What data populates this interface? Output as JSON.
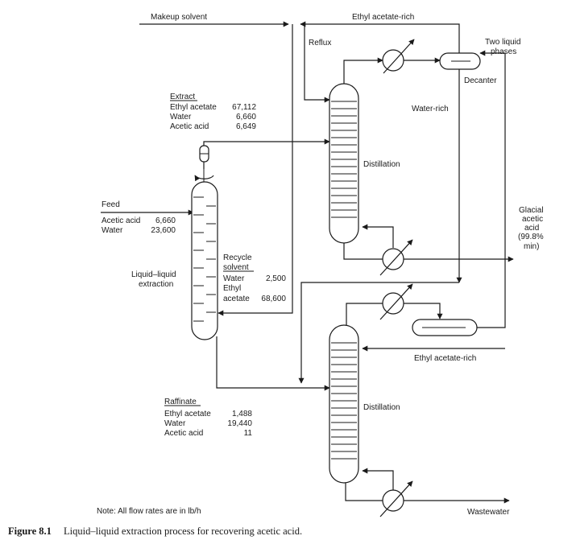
{
  "labels": {
    "makeup_solvent": "Makeup solvent",
    "ethyl_acetate_rich_top": "Ethyl acetate-rich",
    "reflux": "Reflux",
    "two_liquid_phases_1": "Two liquid",
    "two_liquid_phases_2": "phases",
    "decanter": "Decanter",
    "water_rich": "Water-rich",
    "distillation_upper": "Distillation",
    "distillation_lower": "Distillation",
    "glacial_1": "Glacial",
    "glacial_2": "acetic",
    "glacial_3": "acid",
    "glacial_4": "(99.8%",
    "glacial_5": "min)",
    "feed": "Feed",
    "lle_1": "Liquid–liquid",
    "lle_2": "extraction",
    "ethyl_acetate_rich_bottom": "Ethyl acetate-rich",
    "wastewater": "Wastewater",
    "note": "Note: All flow rates are in lb/h"
  },
  "extract": {
    "title": "Extract",
    "rows": [
      {
        "name": "Ethyl acetate",
        "value": "67,112"
      },
      {
        "name": "Water",
        "value": "6,660"
      },
      {
        "name": "Acetic acid",
        "value": "6,649"
      }
    ]
  },
  "feed": {
    "rows": [
      {
        "name": "Acetic acid",
        "value": "6,660"
      },
      {
        "name": "Water",
        "value": "23,600"
      }
    ]
  },
  "recycle": {
    "title_1": "Recycle",
    "title_2": "solvent",
    "water_name": "Water",
    "water_value": "2,500",
    "ea_name_1": "Ethyl",
    "ea_name_2": "acetate",
    "ea_value": "68,600"
  },
  "raffinate": {
    "title": "Raffinate",
    "rows": [
      {
        "name": "Ethyl acetate",
        "value": "1,488"
      },
      {
        "name": "Water",
        "value": "19,440"
      },
      {
        "name": "Acetic acid",
        "value": "11"
      }
    ]
  },
  "caption": {
    "number": "Figure 8.1",
    "text": "Liquid–liquid extraction process for recovering acetic acid."
  }
}
